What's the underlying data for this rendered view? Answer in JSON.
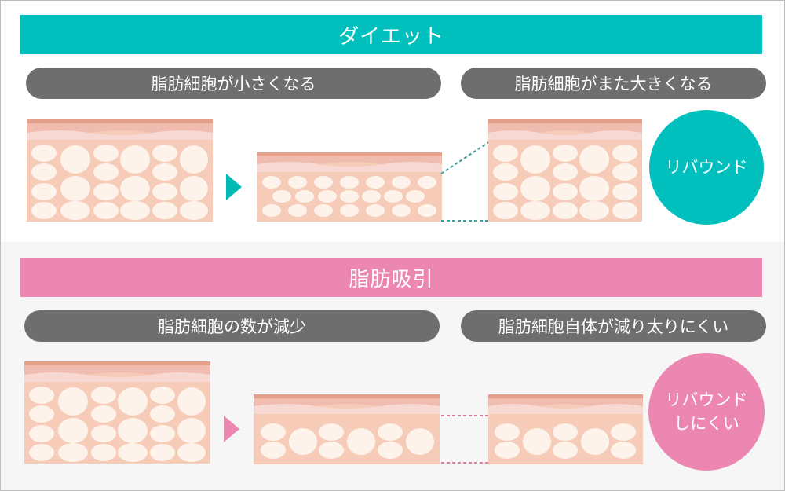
{
  "colors": {
    "teal": "#00bfbd",
    "pink": "#ec87b1",
    "pill_gray": "#6e6e6e",
    "skin_top": "#e3a18b",
    "skin_layer1": "#f1bcb0",
    "skin_layer2": "#f7d8d2",
    "fat_bg": "#f6cbb8",
    "fat_cell": "#fdf3ea",
    "bottom_bg": "#f6f6f6"
  },
  "diet": {
    "title": "ダイエット",
    "label_left": "脂肪細胞が小さくなる",
    "label_right": "脂肪細胞がまた大きくなる",
    "result": "リバウンド",
    "arrow_icon": "play-triangle-teal"
  },
  "liposuction": {
    "title": "脂肪吸引",
    "label_left": "脂肪細胞の数が減少",
    "label_right": "脂肪細胞自体が減り太りにくい",
    "result_line1": "リバウンド",
    "result_line2": "しにくい",
    "arrow_icon": "play-triangle-pink"
  }
}
